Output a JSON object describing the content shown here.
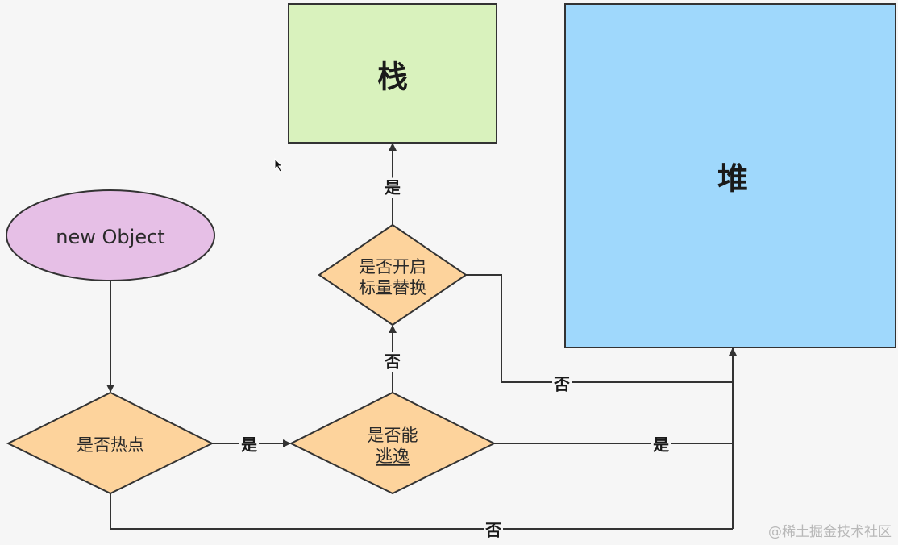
{
  "nodes": {
    "stack": "栈",
    "heap": "堆",
    "start": "new Object",
    "hot_check": "是否热点",
    "escape_check": {
      "line1": "是否能",
      "line2": "逃逸"
    },
    "scalar_check": {
      "line1": "是否开启",
      "line2": "标量替换"
    }
  },
  "edges": {
    "hot_yes": "是",
    "hot_no": "否",
    "escape_no": "否",
    "escape_yes": "是",
    "scalar_yes": "是",
    "scalar_no": "否"
  },
  "watermark": "@稀土掘金技术社区",
  "colors": {
    "stack_fill": "#d9f2bd",
    "heap_fill": "#9fd8fc",
    "decision_fill": "#fdd39c",
    "start_fill": "#e6bfe6",
    "line": "#333333"
  }
}
